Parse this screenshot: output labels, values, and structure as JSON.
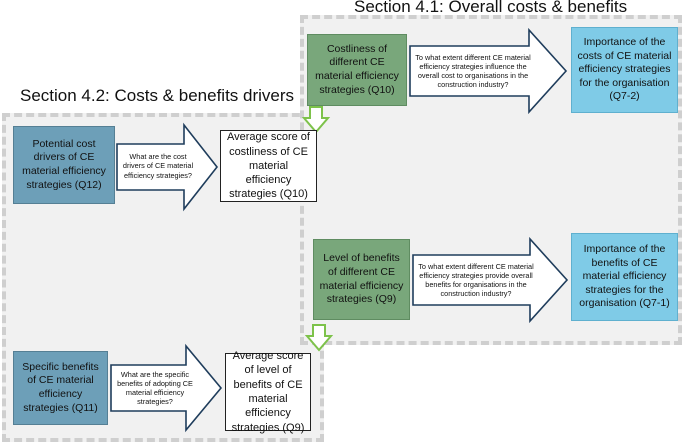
{
  "sections": {
    "overall": {
      "title": "Section 4.1: Overall costs & benefits"
    },
    "drivers": {
      "title": "Section 4.2: Costs & benefits drivers"
    }
  },
  "boxes": {
    "costliness": "Costliness of different CE material efficiency strategies (Q10)",
    "importance_costs": "Importance of the costs of CE material efficiency strategies for the organisation (Q7-2)",
    "cost_drivers": "Potential cost drivers of CE material efficiency strategies (Q12)",
    "avg_costliness": "Average score of costliness of CE material efficiency strategies (Q10)",
    "level_benefits": "Level of benefits of different CE material efficiency strategies (Q9)",
    "importance_benefits": "Importance of the benefits of CE material efficiency strategies for the organisation (Q7-1)",
    "specific_benefits": "Specific benefits of CE material efficiency strategies (Q11)",
    "avg_benefits": "Average score of level of benefits of CE material efficiency strategies (Q9)"
  },
  "arrows": {
    "overall_cost": "To what extent different CE material efficiency strategies influence the overall cost to organisations in the construction industry?",
    "cost_drivers_q": "What are the cost drivers of CE material efficiency strategies?",
    "overall_benefits": "To what extent different CE material efficiency strategies provide overall benefits for organisations in the construction industry?",
    "specific_benefits_q": "What are the specific benefits of adopting CE material efficiency strategies?"
  },
  "colors": {
    "green": "#79a77b",
    "blue_dark": "#6d9fb8",
    "blue_light": "#7fcbe7",
    "region_fill": "#f1f1f1",
    "region_border": "#cfcfcf",
    "down_arrow": "#7dc24a"
  }
}
